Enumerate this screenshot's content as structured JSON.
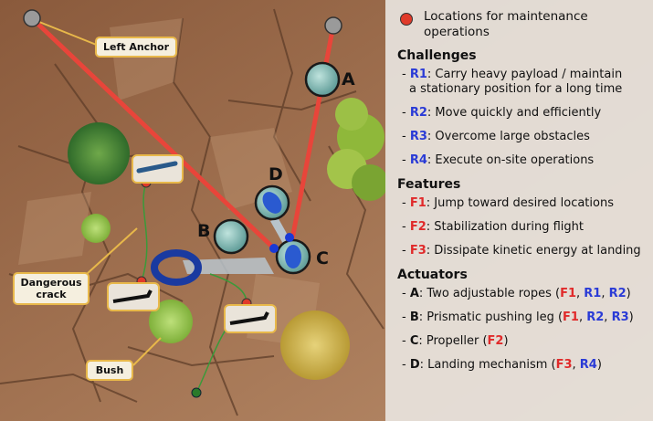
{
  "callouts": {
    "left_anchor": "Left Anchor",
    "dangerous_crack": "Dangerous crack",
    "bush": "Bush"
  },
  "letters": {
    "a": "A",
    "b": "B",
    "c": "C",
    "d": "D"
  },
  "legend": {
    "text": "Locations for maintenance operations",
    "dot_color": "#e03a2a"
  },
  "challenges": {
    "heading": "Challenges",
    "items": [
      {
        "code": "R1",
        "text_line1": ": Carry heavy payload / maintain",
        "text_line2": "a stationary position for a long time"
      },
      {
        "code": "R2",
        "text_line1": ": Move quickly and efficiently"
      },
      {
        "code": "R3",
        "text_line1": ": Overcome large obstacles"
      },
      {
        "code": "R4",
        "text_line1": ": Execute on-site operations"
      }
    ]
  },
  "features": {
    "heading": "Features",
    "items": [
      {
        "code": "F1",
        "text": ": Jump toward desired locations"
      },
      {
        "code": "F2",
        "text": ": Stabilization during flight"
      },
      {
        "code": "F3",
        "text": ": Dissipate kinetic energy at landing"
      }
    ]
  },
  "actuators": {
    "heading": "Actuators",
    "items": [
      {
        "key": "A",
        "text": ": Two adjustable ropes (",
        "tags": [
          {
            "code": "F1",
            "color": "red"
          },
          {
            "code": "R1",
            "color": "blue"
          },
          {
            "code": "R2",
            "color": "blue"
          }
        ]
      },
      {
        "key": "B",
        "text": ": Prismatic pushing leg (",
        "tags": [
          {
            "code": "F1",
            "color": "red"
          },
          {
            "code": "R2",
            "color": "blue"
          },
          {
            "code": "R3",
            "color": "blue"
          }
        ]
      },
      {
        "key": "C",
        "text": ": Propeller (",
        "tags": [
          {
            "code": "F2",
            "color": "red"
          }
        ]
      },
      {
        "key": "D",
        "text": ": Landing mechanism (",
        "tags": [
          {
            "code": "F3",
            "color": "red"
          },
          {
            "code": "R4",
            "color": "blue"
          }
        ]
      }
    ]
  },
  "colors": {
    "rope": "#e8453a",
    "rock": "#9a6b4a",
    "badge_border": "#e8b84a",
    "blue_code": "#2a3bd6",
    "red_code": "#e02a2a"
  }
}
